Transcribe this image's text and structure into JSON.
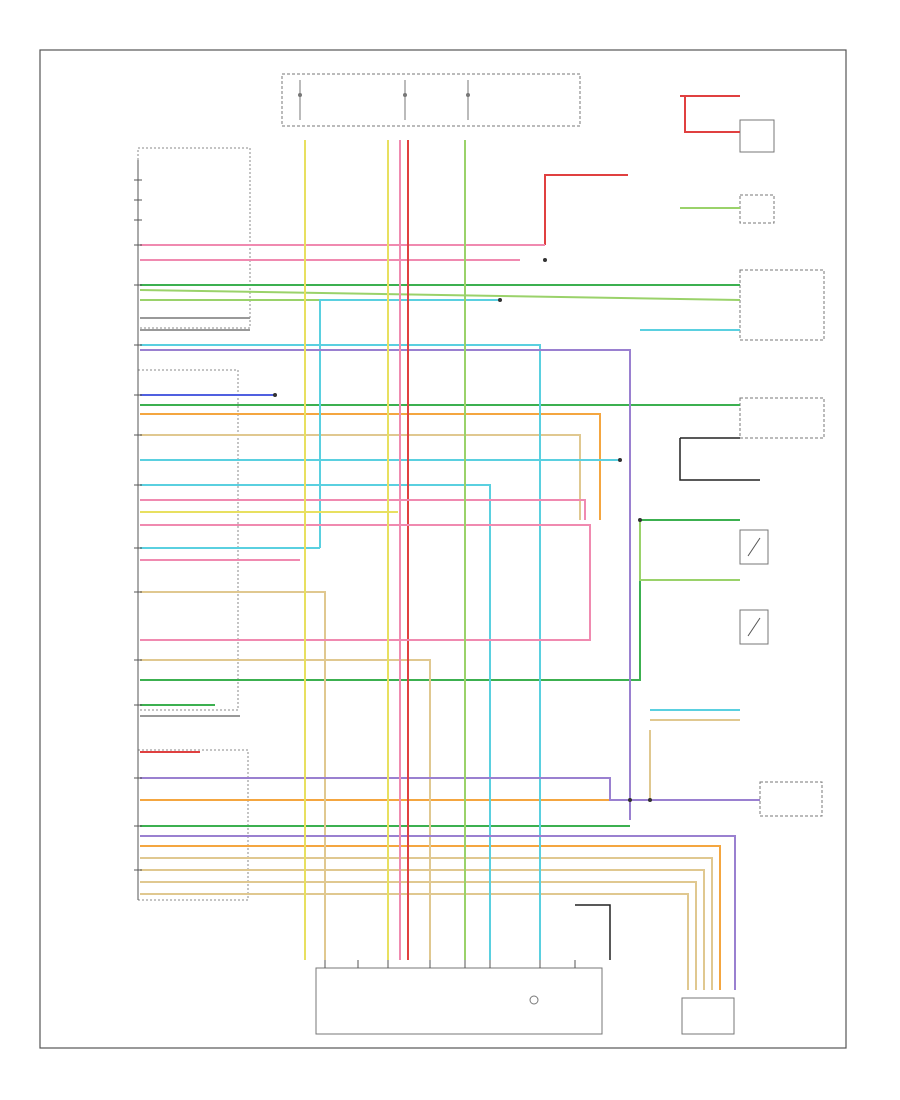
{
  "diagram": {
    "title": "",
    "footer_code": "",
    "components": [
      {
        "id": "fuse-panel",
        "name": "fuse-relay-panel",
        "label": ""
      },
      {
        "id": "gem-module",
        "name": "generic-electronic-module",
        "label": ""
      },
      {
        "id": "left-front-door",
        "name": "left-front-door-module",
        "label": ""
      },
      {
        "id": "right-front-door",
        "name": "right-front-door-module",
        "label": ""
      },
      {
        "id": "driver-seat-switch",
        "name": "driver-seat-switch",
        "label": ""
      },
      {
        "id": "passenger-seat-switch",
        "name": "passenger-seat-switch",
        "label": ""
      },
      {
        "id": "window-motor",
        "name": "window-motor",
        "label": ""
      },
      {
        "id": "lock-switch",
        "name": "lock-switch",
        "label": ""
      },
      {
        "id": "master-switch",
        "name": "master-window-lock-switch",
        "label": ""
      },
      {
        "id": "connector-bottom",
        "name": "bottom-right-connector",
        "label": ""
      }
    ],
    "wire_colors": {
      "pink": "#f08ab0",
      "red": "#e04040",
      "orange": "#f4a640",
      "yellow": "#e8e060",
      "light_green": "#9ad26a",
      "green": "#3cb050",
      "cyan": "#5ad0e0",
      "blue": "#5060e0",
      "purple": "#9a80d0",
      "tan": "#e0c890",
      "black": "#222222",
      "gray": "#999999"
    }
  }
}
